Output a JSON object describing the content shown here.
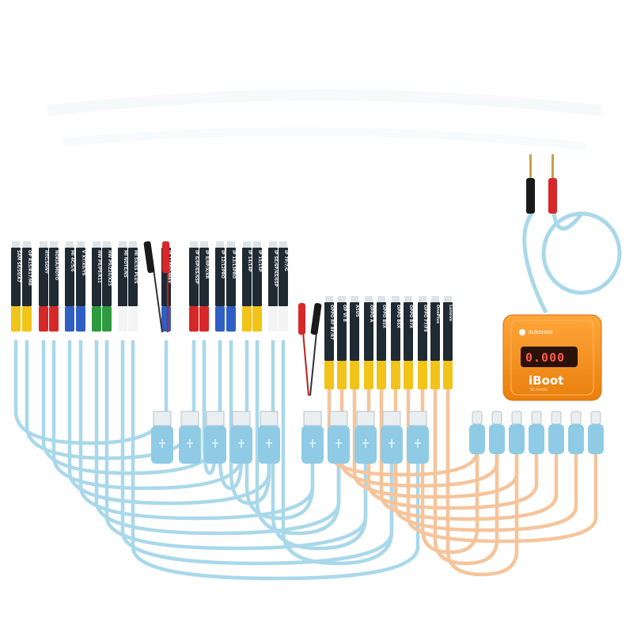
{
  "device": {
    "name": "iBoot",
    "brand": "SUNSHINE",
    "display": "0.000",
    "sub_label": "DC POWER",
    "body_color": "#f7931e",
    "display_color": "#ff5a4a"
  },
  "colors": {
    "blue_cable": "#a9d8ea",
    "orange_cable": "#f6c49b",
    "probe_red": "#d62828",
    "probe_black": "#1a1a1a"
  },
  "left_connectors": [
    {
      "label": "SAM S8/S9/A7",
      "color": "#f2c318"
    },
    {
      "label": "OP R15/R17/M8",
      "color": "#f2c318"
    },
    {
      "label": "HTC/SONY",
      "color": "#d62828"
    },
    {
      "label": "NOKIA/MOTO",
      "color": "#d62828"
    },
    {
      "label": "MI 4C/5/6",
      "color": "#2f5fc4"
    },
    {
      "label": "V X7/X9/Y9",
      "color": "#2f5fc4"
    },
    {
      "label": "HW P8/P9/R11",
      "color": "#2e9a3e"
    },
    {
      "label": "HW P9/Z20/X23",
      "color": "#2e9a3e"
    },
    {
      "label": "MI NOTE/NS",
      "color": "#f4f4f4"
    },
    {
      "label": "MI 5X/5S PLUS",
      "color": "#f4f4f4"
    },
    {
      "label": "IP 11PRO/MAX",
      "color": "#2f5fc4"
    },
    {
      "label": "IP 6/6P/6S/6SP",
      "color": "#d62828"
    },
    {
      "label": "IP 8/8P/X/XR",
      "color": "#d62828"
    },
    {
      "label": "IP 12/12PRO",
      "color": "#2f5fc4"
    },
    {
      "label": "IP 13/13PRO",
      "color": "#2f5fc4"
    },
    {
      "label": "IP 14/14P",
      "color": "#f2c318"
    },
    {
      "label": "IP 15/15P",
      "color": "#f2c318"
    },
    {
      "label": "IP SE/6P/6S/6SP",
      "color": "#f4f4f4"
    },
    {
      "label": "IP 7P/7/G",
      "color": "#f4f4f4"
    }
  ],
  "right_connectors": [
    {
      "label": "OPPO RF BF/R7"
    },
    {
      "label": "OP VI B"
    },
    {
      "label": "ASUS"
    },
    {
      "label": "OPPO A"
    },
    {
      "label": "OPPO B5X"
    },
    {
      "label": "OPPO B6X"
    },
    {
      "label": "OPPO B7X"
    },
    {
      "label": "OPPO F7/F9"
    },
    {
      "label": "OnePlus"
    },
    {
      "label": "Lenovo"
    }
  ]
}
